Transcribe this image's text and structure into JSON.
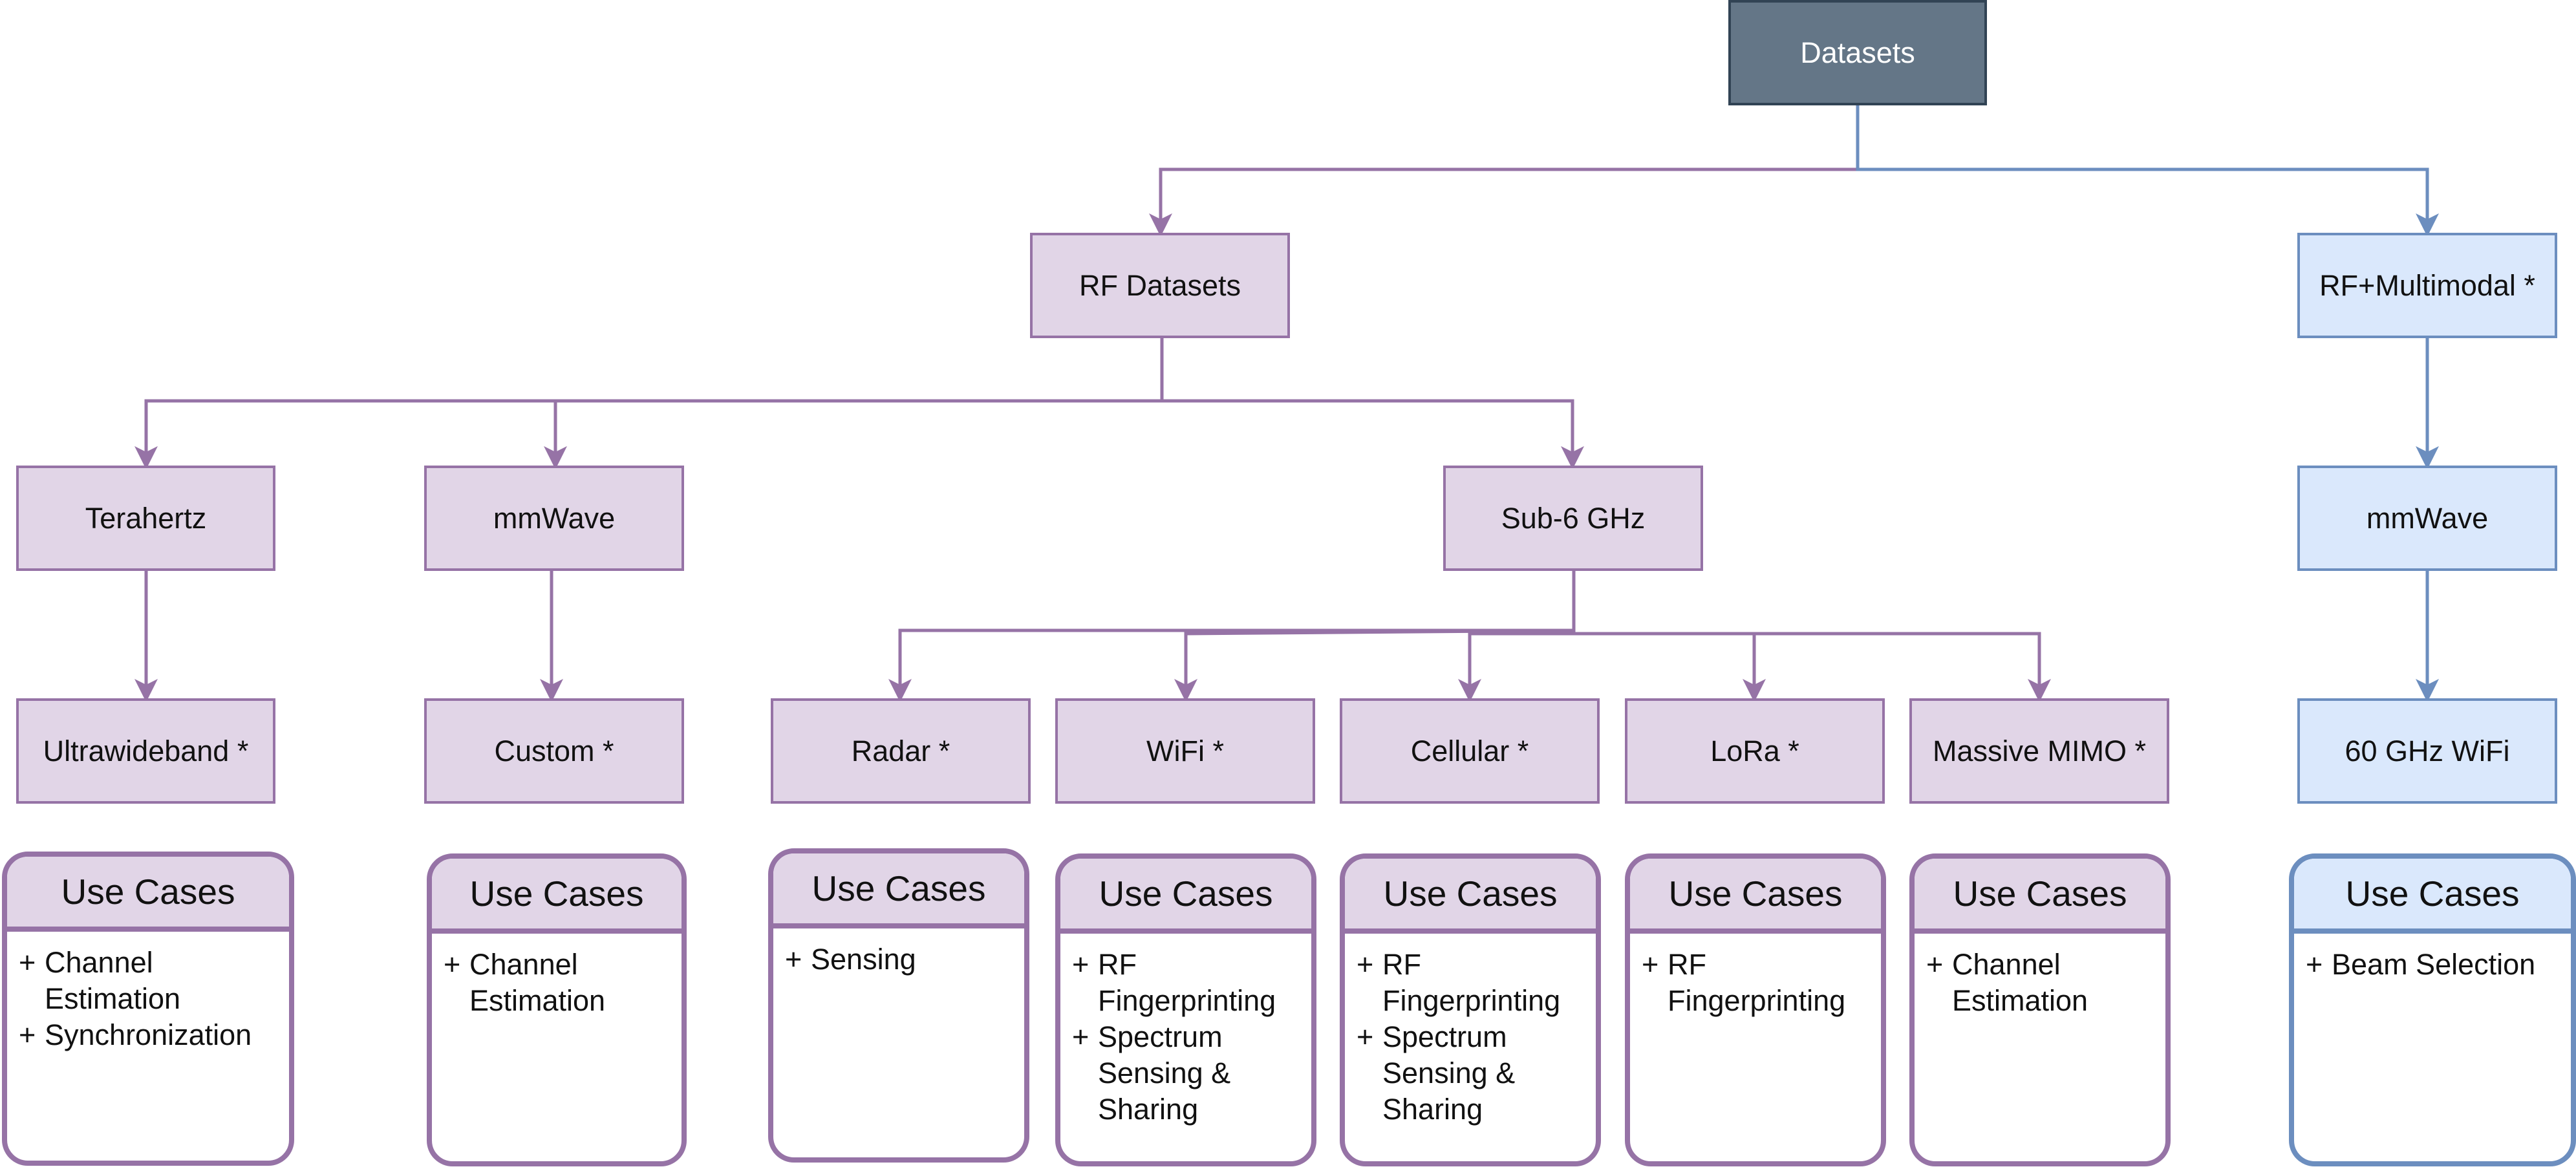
{
  "colors": {
    "root_fill": "#647687",
    "root_border": "#314354",
    "purple_fill": "#e1d5e7",
    "purple_border": "#9673a6",
    "blue_fill": "#dae8fc",
    "blue_border": "#6c8ebf"
  },
  "nodes": {
    "root": "Datasets",
    "rf_datasets": "RF Datasets",
    "rf_multimodal": "RF+Multimodal *",
    "terahertz": "Terahertz",
    "mmwave": "mmWave",
    "sub6": "Sub-6 GHz",
    "mmwave_multimodal": "mmWave",
    "ultrawideband": "Ultrawideband *",
    "custom": "Custom *",
    "radar": "Radar *",
    "wifi": "WiFi *",
    "cellular": "Cellular *",
    "lora": "LoRa *",
    "massive_mimo": "Massive MIMO *",
    "wifi_60ghz": "60 GHz WiFi"
  },
  "use_cases": {
    "ultrawideband": {
      "title": "Use Cases",
      "items": [
        "Channel Estimation",
        "Synchronization"
      ]
    },
    "custom": {
      "title": "Use Cases",
      "items": [
        "Channel Estimation"
      ]
    },
    "radar": {
      "title": "Use Cases",
      "items": [
        "Sensing"
      ]
    },
    "wifi": {
      "title": "Use Cases",
      "items": [
        "RF Fingerprinting",
        "Spectrum Sensing & Sharing"
      ]
    },
    "cellular": {
      "title": "Use Cases",
      "items": [
        "RF Fingerprinting",
        "Spectrum Sensing & Sharing"
      ]
    },
    "lora": {
      "title": "Use Cases",
      "items": [
        "RF Fingerprinting"
      ]
    },
    "massive_mimo": {
      "title": "Use Cases",
      "items": [
        "Channel Estimation"
      ]
    },
    "wifi_60ghz": {
      "title": "Use Cases",
      "items": [
        "Beam Selection"
      ]
    }
  },
  "bullet_symbol": "+"
}
